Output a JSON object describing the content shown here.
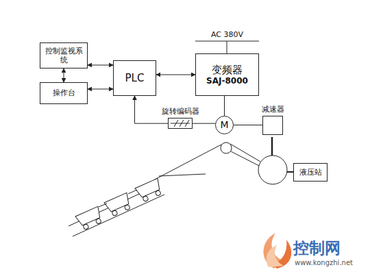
{
  "diagram": {
    "nodes": [
      {
        "text": [
          "控制监视系统"
        ]
      },
      {
        "text": [
          "操作台"
        ]
      },
      {
        "text": [
          "PLC"
        ]
      },
      {
        "text": [
          "变频器",
          "SAJ-8000"
        ]
      },
      {
        "text": [
          "旋转编码器"
        ]
      },
      {
        "text": [
          "M"
        ]
      },
      {
        "text": [
          "减速器"
        ]
      },
      {
        "text": [
          "液压站"
        ]
      }
    ],
    "edges": [
      {
        "from": 0,
        "to": 2,
        "arrow": "both"
      },
      {
        "from": 0,
        "to": 1,
        "arrow": "both"
      },
      {
        "from": 1,
        "to": 2,
        "arrow": "both"
      },
      {
        "from": 2,
        "to": 3,
        "arrow": "both"
      },
      {
        "from": 4,
        "to": 2,
        "arrow": "to"
      },
      {
        "from": 3,
        "to": 5,
        "arrow": "none"
      },
      {
        "from": 4,
        "to": 5,
        "arrow": "none"
      },
      {
        "from": 5,
        "to": 6,
        "arrow": "none"
      }
    ],
    "labels": [
      "AC 380V",
      "控制网",
      "www.kongzhi.net"
    ]
  }
}
